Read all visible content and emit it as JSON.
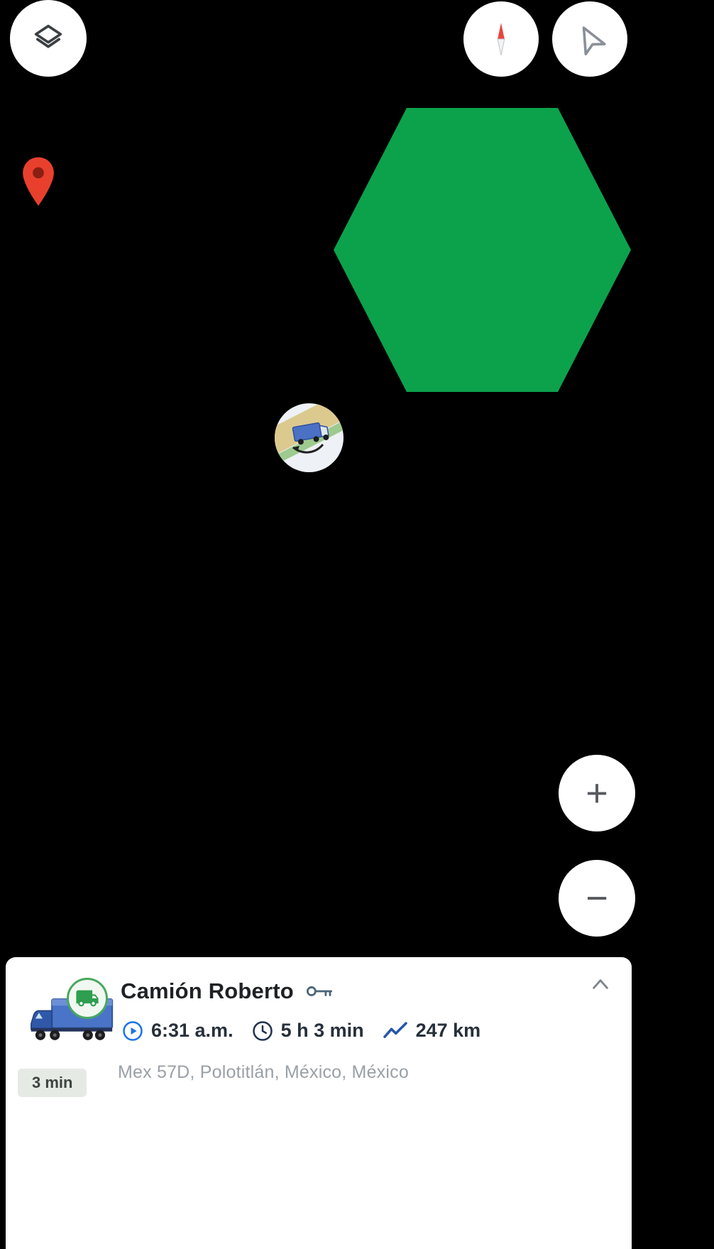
{
  "map": {
    "zoom_in_label": "+",
    "zoom_out_label": "−"
  },
  "colors": {
    "geofence_fill": "#0CA24C",
    "pin_fill": "#E8402D",
    "pin_core": "#8A1F14",
    "accent_blue": "#1A73E8",
    "badge_green": "#2E9E4F"
  },
  "vehicle_card": {
    "title": "Camión Roberto",
    "departure_time": "6:31 a.m.",
    "duration": "5 h 3 min",
    "distance": "247 km",
    "address": "Mex 57D, Polotitlán, México, México",
    "status_badge": "3 min"
  }
}
